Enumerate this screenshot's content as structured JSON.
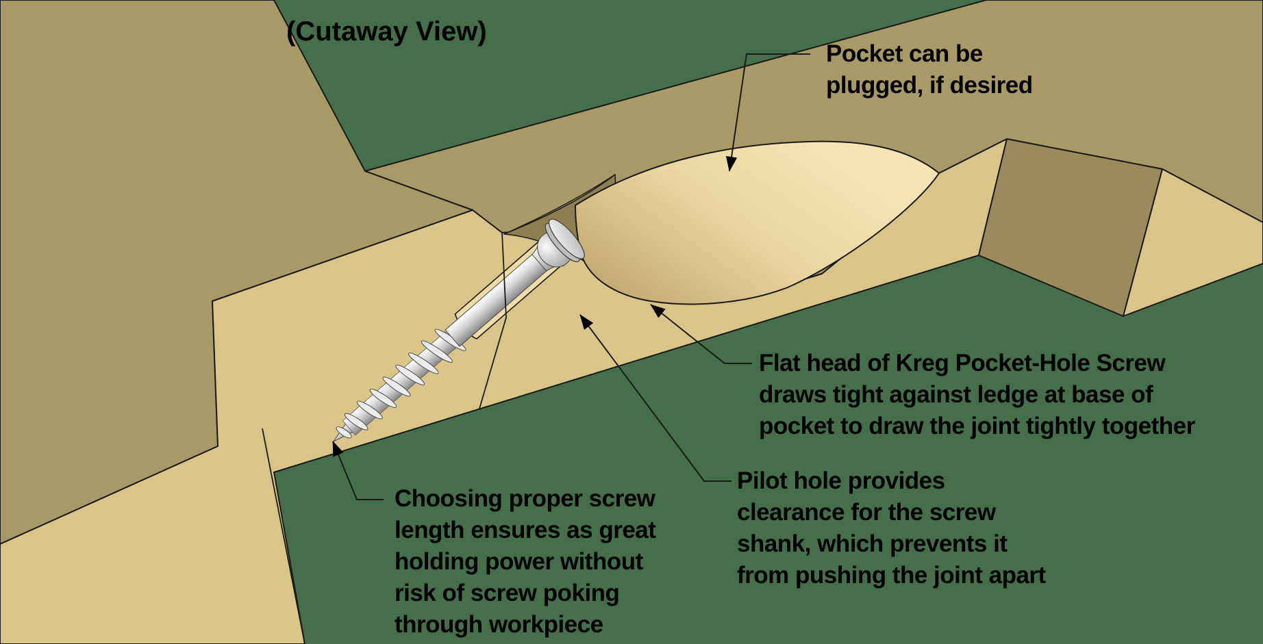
{
  "title": "(Cutaway View)",
  "labels": {
    "pocket": {
      "lines": [
        "Pocket can be",
        "plugged, if desired"
      ]
    },
    "flat_head": {
      "lines": [
        "Flat head of Kreg Pocket-Hole Screw",
        "draws tight against ledge at base of",
        "pocket to draw the joint tightly together"
      ]
    },
    "pilot_hole": {
      "lines": [
        "Pilot hole provides",
        "clearance for the screw",
        "shank, which prevents it",
        "from pushing the joint apart"
      ]
    },
    "screw_length": {
      "lines": [
        "Choosing proper screw",
        "length ensures as great",
        "holding power without",
        "risk of screw poking",
        "through workpiece"
      ]
    }
  },
  "colors": {
    "background_green": "#456e4b",
    "wood_top": "#a89a67",
    "wood_cut": "#d9c587",
    "wood_notch": "#9b8b5c",
    "pocket_wall": "#8e7f51",
    "bore_inside": "#ecdca6",
    "plug_light": "#f3e4b2",
    "plug_mid": "#e9d69e",
    "plug_dark": "#c2a96f",
    "metal_light": "#ffffff",
    "metal_mid": "#d9d9d9",
    "metal_dark": "#878787",
    "edge_black": "#1a1a1a",
    "text_black": "#000000"
  }
}
